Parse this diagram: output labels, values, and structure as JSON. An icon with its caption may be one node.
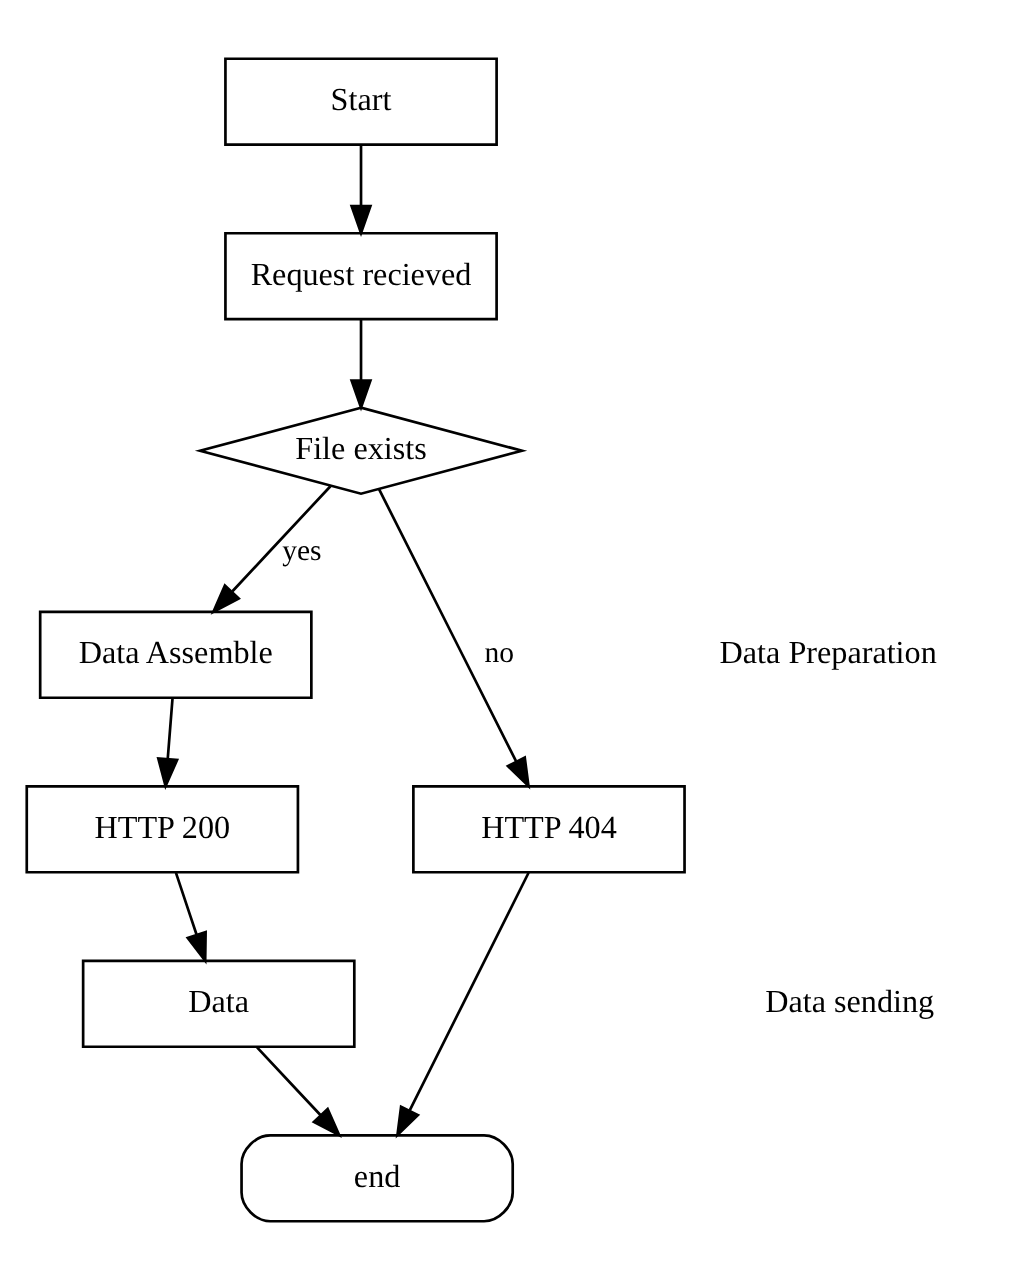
{
  "diagram": {
    "nodes": [
      {
        "text": [
          "Start"
        ]
      },
      {
        "text": [
          "Request recieved"
        ]
      },
      {
        "text": [
          "File exists"
        ]
      },
      {
        "text": [
          "Data Assemble"
        ]
      },
      {
        "text": [
          "HTTP 404"
        ]
      },
      {
        "text": [
          "HTTP 200"
        ]
      },
      {
        "text": [
          "Data"
        ]
      },
      {
        "text": [
          "end"
        ]
      }
    ],
    "edges": [
      {
        "from": 0,
        "to": 1,
        "arrow": "to"
      },
      {
        "from": 1,
        "to": 2,
        "arrow": "to"
      },
      {
        "from": 2,
        "to": 4,
        "arrow": "to",
        "label": "no"
      },
      {
        "from": 2,
        "to": 3,
        "arrow": "to",
        "label": "yes"
      },
      {
        "from": 3,
        "to": 5,
        "arrow": "to"
      },
      {
        "from": 5,
        "to": 6,
        "arrow": "to"
      },
      {
        "from": 6,
        "to": 7,
        "arrow": "to"
      },
      {
        "from": 4,
        "to": 7,
        "arrow": "to"
      }
    ],
    "labels": [
      "Data Preparation",
      "Data sending"
    ]
  }
}
